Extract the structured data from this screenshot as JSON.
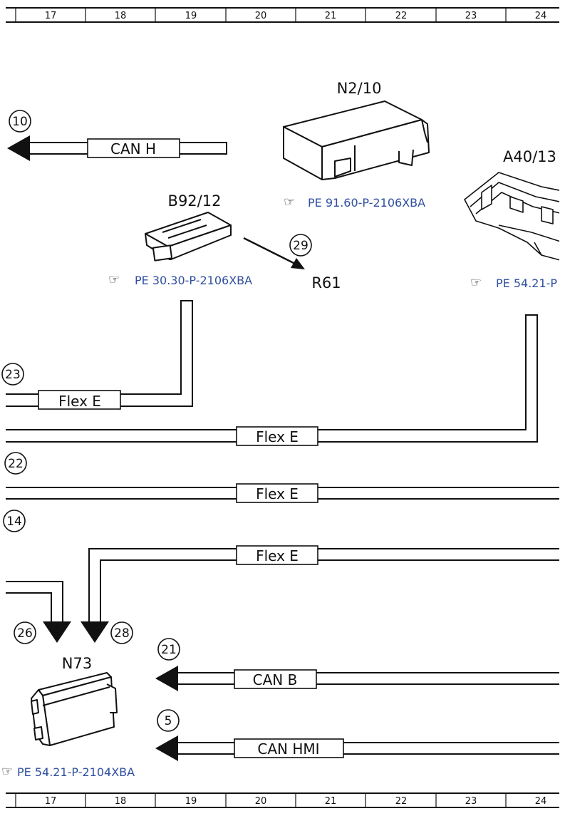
{
  "grid": {
    "columns": [
      "17",
      "18",
      "19",
      "20",
      "21",
      "22",
      "23",
      "24"
    ]
  },
  "components": {
    "n2_10": {
      "label": "N2/10",
      "ref": "PE 91.60-P-2106XBA"
    },
    "b92_12": {
      "label": "B92/12",
      "ref": "PE 30.30-P-2106XBA"
    },
    "a40_13": {
      "label": "A40/13",
      "ref": "PE 54.21-P"
    },
    "n73": {
      "label": "N73",
      "ref": "PE 54.21-P-2104XBA"
    },
    "r61": {
      "label": "R61"
    }
  },
  "connectors": {
    "c10": "10",
    "c29": "29",
    "c23": "23",
    "c22": "22",
    "c14": "14",
    "c26": "26",
    "c28": "28",
    "c21": "21",
    "c5": "5"
  },
  "cables": {
    "can_h": "CAN H",
    "flex_e_1": "Flex E",
    "flex_e_2": "Flex E",
    "flex_e_3": "Flex E",
    "flex_e_4": "Flex E",
    "can_b": "CAN B",
    "can_hmi": "CAN HMI"
  },
  "colors": {
    "link": "#2f4fa0",
    "line": "#111111"
  }
}
